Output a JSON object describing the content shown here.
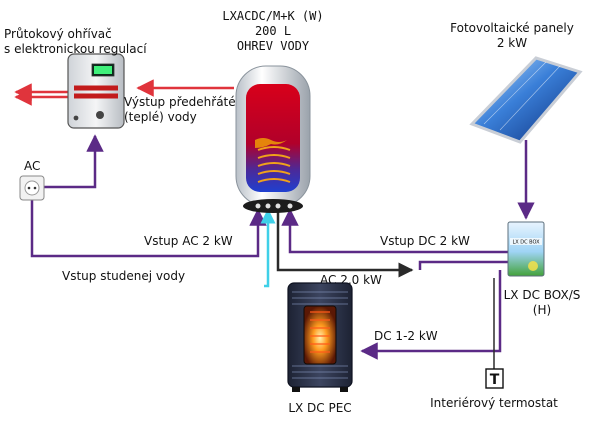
{
  "colors": {
    "power_line": "#5b2a86",
    "hot_water": "#e0343c",
    "cold_water": "#3fd0e8",
    "dark_line": "#2a2a2a"
  },
  "labels": {
    "heater_title_1": "Průtokový ohřívač",
    "heater_title_2": "s elektronickou regulací",
    "tank_title_1": "LXACDC/M+K (W)",
    "tank_title_2": "200 L",
    "tank_title_3": "OHREV VODY",
    "pv_title_1": "Fotovoltaické panely",
    "pv_title_2": "2 kW",
    "outlet_label": "AC",
    "preheated_out_1": "Výstup předehřáté",
    "preheated_out_2": "(teplé) vody",
    "ac_input": "Vstup AC 2 kW",
    "dc_input": "Vstup DC  2 kW",
    "cold_input": "Vstup studenej vody",
    "ac_output": "AC 2,0 kW",
    "dc_output": "DC 1-2 kW",
    "box_title_1": "LX DC BOX/S",
    "box_title_2": "(H)",
    "box_badge": "LX DC BOX",
    "stove_title": "LX DC PEC",
    "thermostat_letter": "T",
    "thermostat_title": "Interiérový termostat"
  },
  "icons": {
    "flow_heater": "flow-heater-icon",
    "water_tank": "water-tank-icon",
    "solar_panel": "solar-panel-icon",
    "wall_outlet": "wall-outlet-icon",
    "control_box": "control-box-icon",
    "heating_stove": "heating-stove-icon",
    "thermostat": "thermostat-icon"
  }
}
